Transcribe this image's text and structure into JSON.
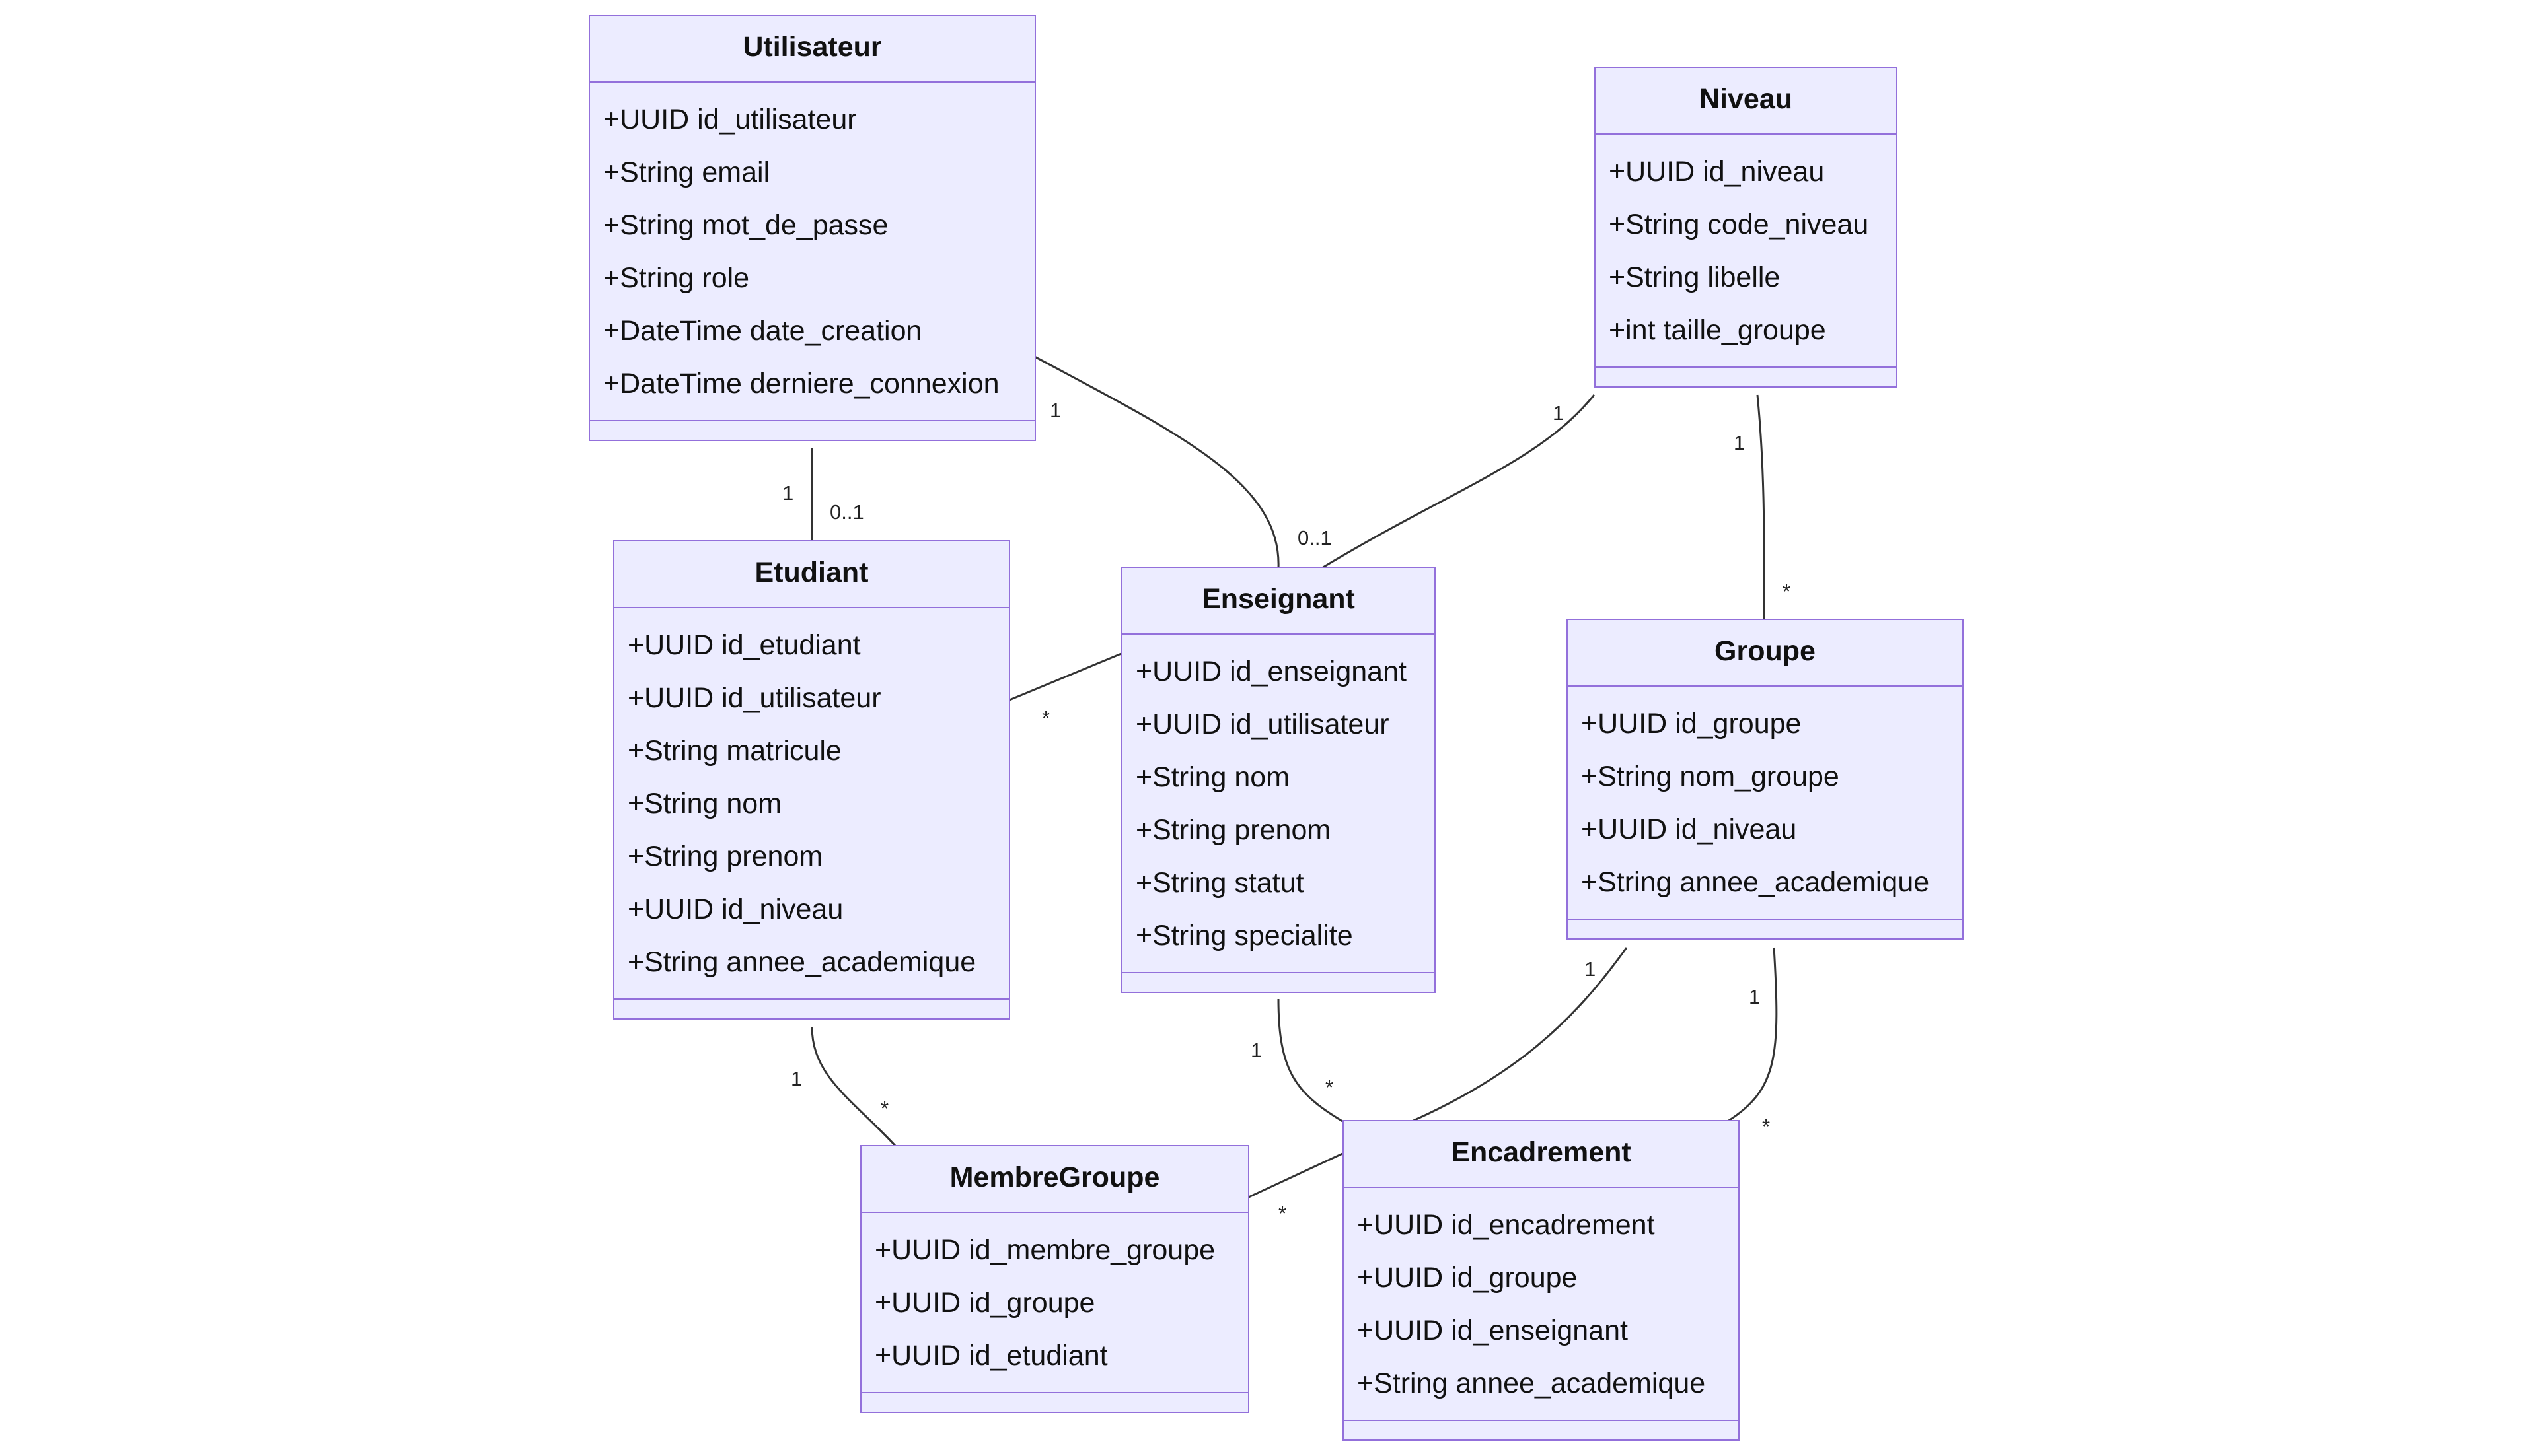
{
  "classes": {
    "utilisateur": {
      "name": "Utilisateur",
      "attributes": [
        "+UUID id_utilisateur",
        "+String email",
        "+String mot_de_passe",
        "+String role",
        "+DateTime date_creation",
        "+DateTime derniere_connexion"
      ]
    },
    "niveau": {
      "name": "Niveau",
      "attributes": [
        "+UUID id_niveau",
        "+String code_niveau",
        "+String libelle",
        "+int taille_groupe"
      ]
    },
    "etudiant": {
      "name": "Etudiant",
      "attributes": [
        "+UUID id_etudiant",
        "+UUID id_utilisateur",
        "+String matricule",
        "+String nom",
        "+String prenom",
        "+UUID id_niveau",
        "+String annee_academique"
      ]
    },
    "enseignant": {
      "name": "Enseignant",
      "attributes": [
        "+UUID id_enseignant",
        "+UUID id_utilisateur",
        "+String nom",
        "+String prenom",
        "+String statut",
        "+String specialite"
      ]
    },
    "groupe": {
      "name": "Groupe",
      "attributes": [
        "+UUID id_groupe",
        "+String nom_groupe",
        "+UUID id_niveau",
        "+String annee_academique"
      ]
    },
    "membregroupe": {
      "name": "MembreGroupe",
      "attributes": [
        "+UUID id_membre_groupe",
        "+UUID id_groupe",
        "+UUID id_etudiant"
      ]
    },
    "encadrement": {
      "name": "Encadrement",
      "attributes": [
        "+UUID id_encadrement",
        "+UUID id_groupe",
        "+UUID id_enseignant",
        "+String annee_academique"
      ]
    }
  },
  "relations": [
    {
      "from": "utilisateur",
      "to": "etudiant",
      "from_mult": "1",
      "to_mult": "0..1"
    },
    {
      "from": "utilisateur",
      "to": "enseignant",
      "from_mult": "1",
      "to_mult": "0..1"
    },
    {
      "from": "niveau",
      "to": "enseignant",
      "from_mult": "1",
      "to_mult": ""
    },
    {
      "from": "niveau",
      "to": "groupe",
      "from_mult": "1",
      "to_mult": "*"
    },
    {
      "from": "enseignant",
      "to": "etudiant",
      "from_mult": "",
      "to_mult": "*"
    },
    {
      "from": "etudiant",
      "to": "membregroupe",
      "from_mult": "1",
      "to_mult": "*"
    },
    {
      "from": "enseignant",
      "to": "encadrement",
      "from_mult": "1",
      "to_mult": "*"
    },
    {
      "from": "groupe",
      "to": "encadrement",
      "from_mult": "1",
      "to_mult": ""
    },
    {
      "from": "groupe",
      "to": "encadrement",
      "from_mult": "1",
      "to_mult": "*"
    },
    {
      "from": "encadrement",
      "to": "membregroupe",
      "from_mult": "",
      "to_mult": "*"
    }
  ],
  "colors": {
    "box_fill": "#ececff",
    "box_border": "#9370db",
    "line": "#333333"
  }
}
